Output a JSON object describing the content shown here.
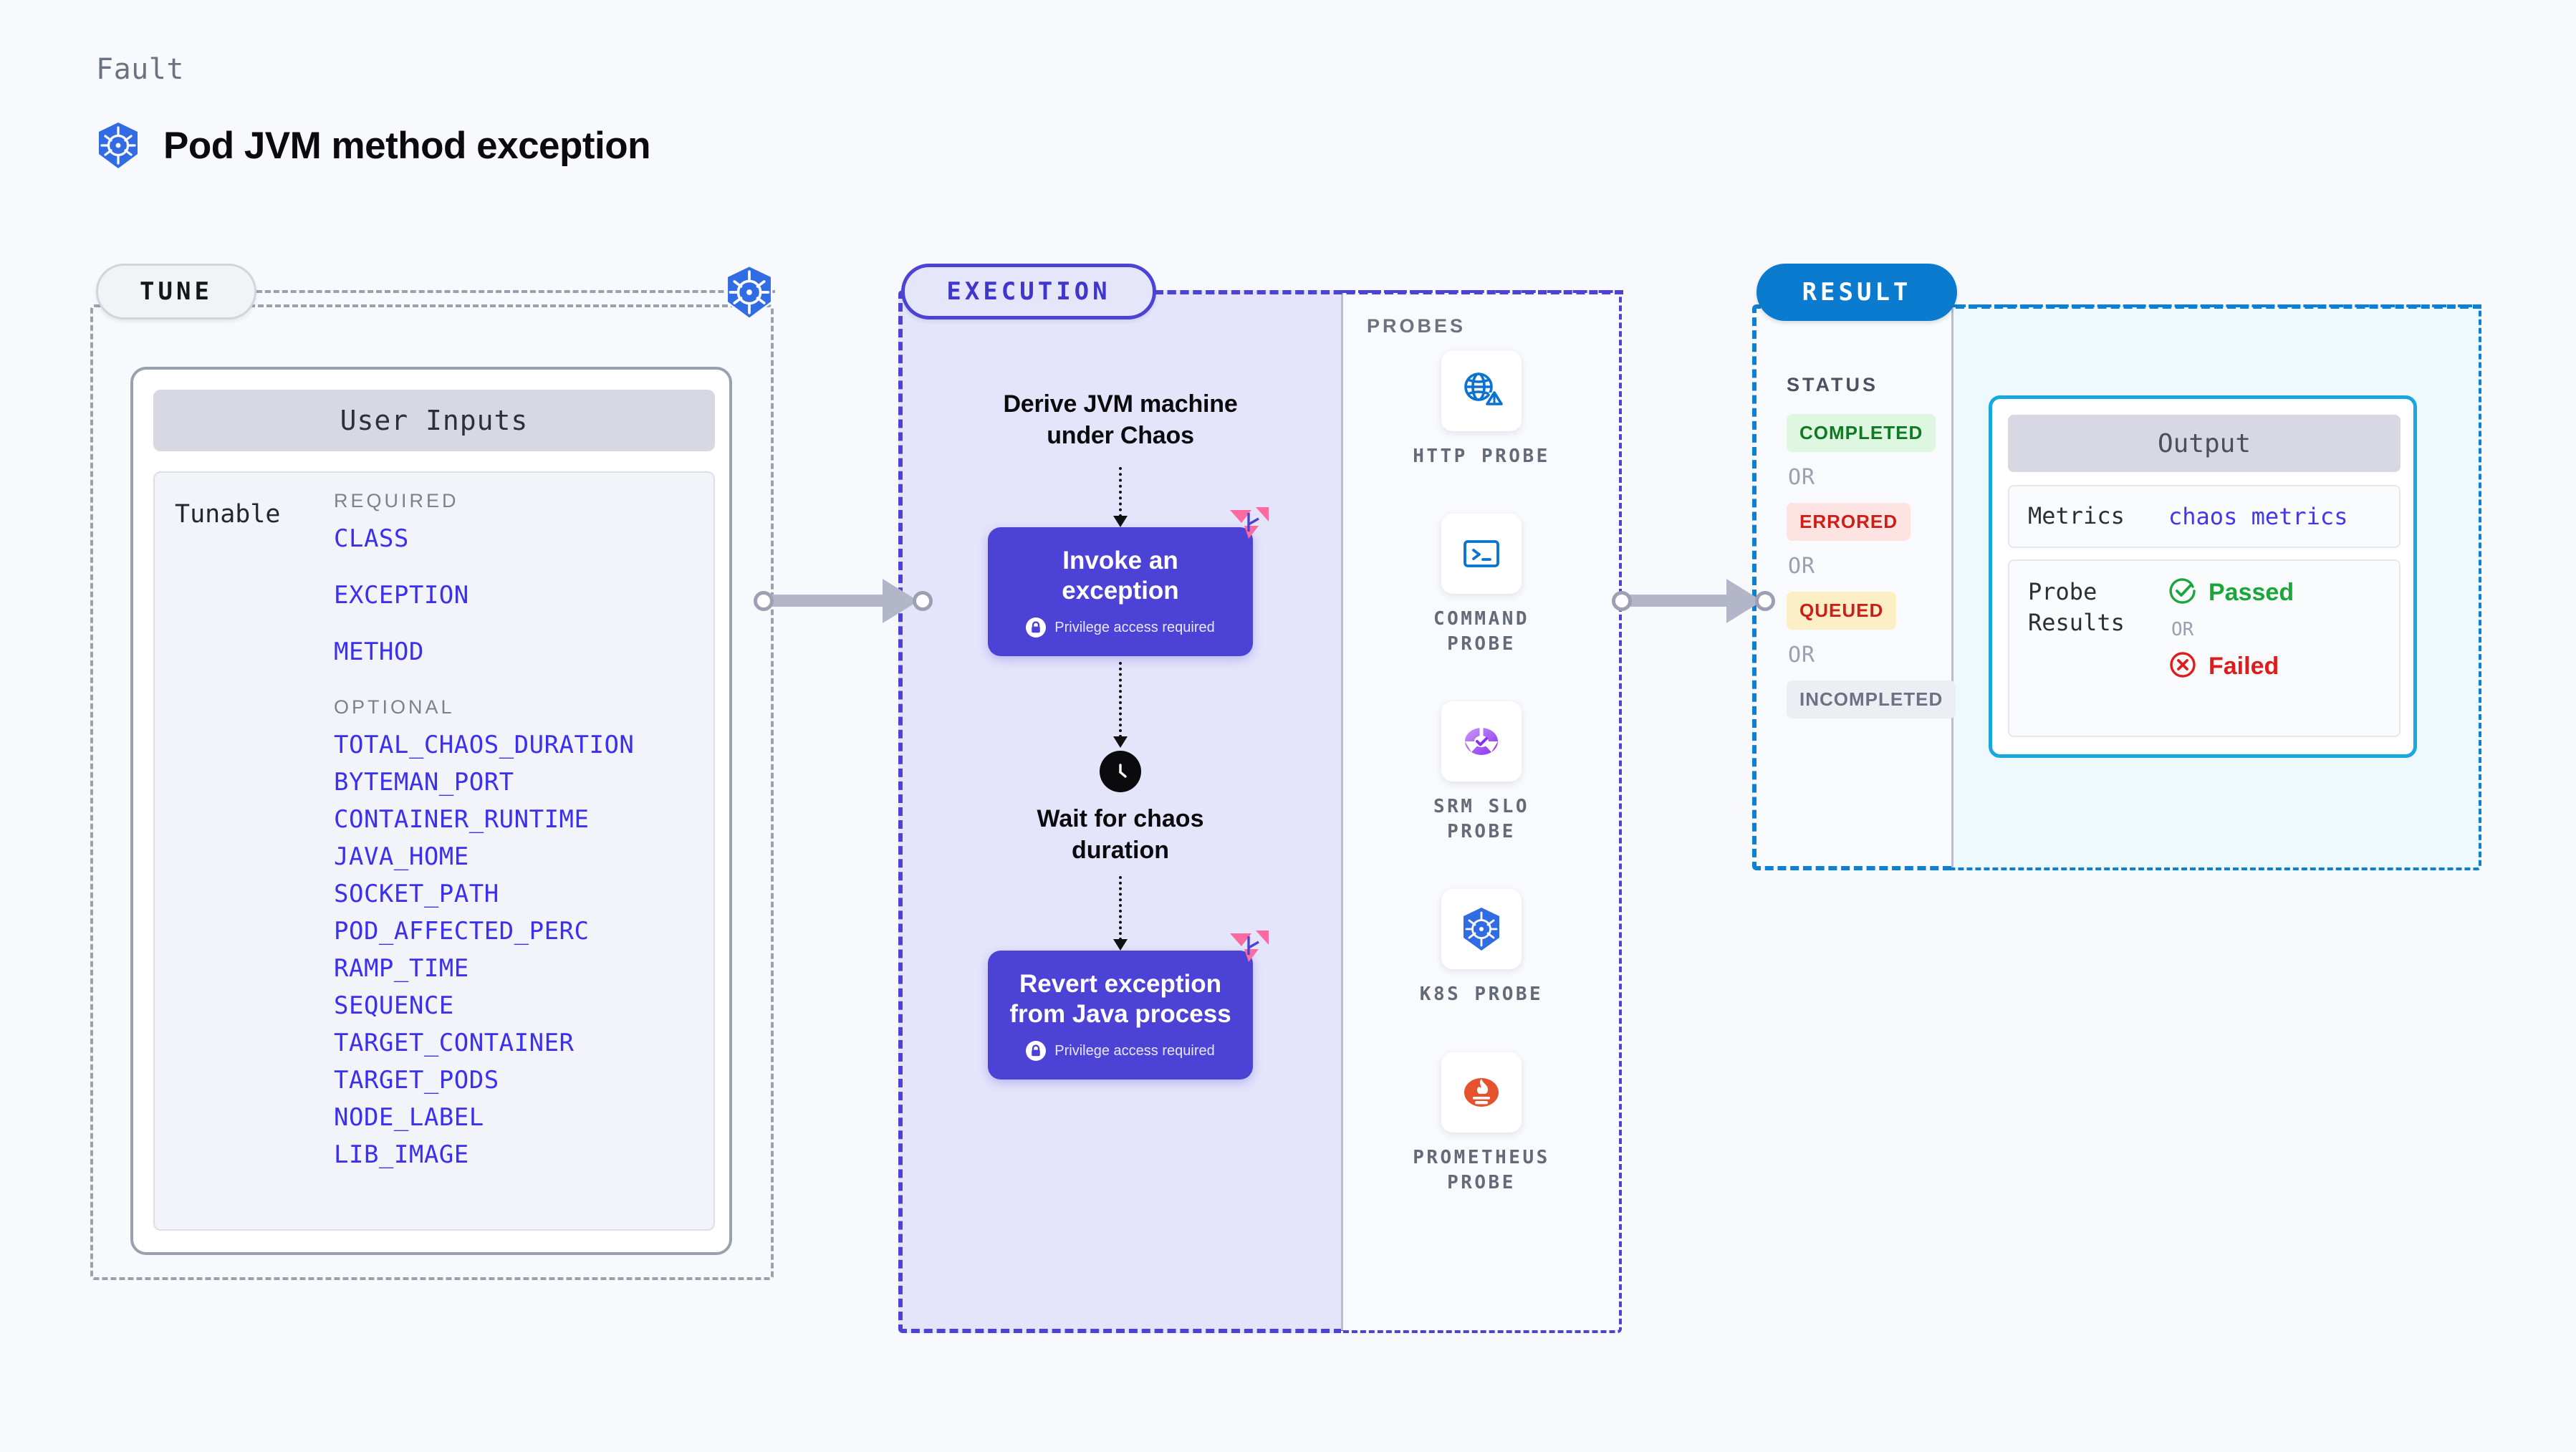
{
  "header": {
    "eyebrow": "Fault",
    "title": "Pod JVM method exception",
    "icon": "kubernetes-icon"
  },
  "stages": {
    "tune": {
      "label": "TUNE"
    },
    "execution": {
      "label": "EXECUTION"
    },
    "probes": {
      "label": "PROBES"
    },
    "result": {
      "label": "RESULT"
    }
  },
  "tune": {
    "card_header": "User Inputs",
    "tunable_label": "Tunable",
    "required_label": "REQUIRED",
    "optional_label": "OPTIONAL",
    "required": [
      "CLASS",
      "EXCEPTION",
      "METHOD"
    ],
    "optional": [
      "TOTAL_CHAOS_DURATION",
      "BYTEMAN_PORT",
      "CONTAINER_RUNTIME",
      "JAVA_HOME",
      "SOCKET_PATH",
      "POD_AFFECTED_PERC",
      "RAMP_TIME",
      "SEQUENCE",
      "TARGET_CONTAINER",
      "TARGET_PODS",
      "NODE_LABEL",
      "LIB_IMAGE"
    ]
  },
  "execution": {
    "step_title": "Derive JVM machine under Chaos",
    "step_title_line1": "Derive JVM machine",
    "step_title_line2": "under Chaos",
    "box1": {
      "title": "Invoke an exception",
      "privilege": "Privilege access required",
      "badge": "harness-chaos-badge"
    },
    "wait": {
      "icon": "clock-icon",
      "line1": "Wait for chaos",
      "line2": "duration"
    },
    "box2": {
      "title_line1": "Revert exception",
      "title_line2": "from Java process",
      "privilege": "Privilege access required",
      "badge": "harness-chaos-badge"
    }
  },
  "probes": [
    {
      "icon": "globe-warning-icon",
      "label_line1": "HTTP  PROBE",
      "label_line2": ""
    },
    {
      "icon": "terminal-icon",
      "label_line1": "COMMAND",
      "label_line2": "PROBE"
    },
    {
      "icon": "srm-slo-icon",
      "label_line1": "SRM  SLO",
      "label_line2": "PROBE"
    },
    {
      "icon": "kubernetes-icon",
      "label_line1": "K8S  PROBE",
      "label_line2": ""
    },
    {
      "icon": "prometheus-icon",
      "label_line1": "PROMETHEUS",
      "label_line2": "PROBE"
    }
  ],
  "result": {
    "status_label": "STATUS",
    "or_label": "OR",
    "statuses": [
      {
        "label": "COMPLETED",
        "color": "#0e7a23",
        "bg": "#dff7e0"
      },
      {
        "label": "ERRORED",
        "color": "#cc1f19",
        "bg": "#fde3e1"
      },
      {
        "label": "QUEUED",
        "color": "#cc1f19",
        "bg": "#fdefc5"
      },
      {
        "label": "INCOMPLETED",
        "color": "#6c7283",
        "bg": "#eceef4"
      }
    ]
  },
  "output": {
    "card_header": "Output",
    "metrics_key": "Metrics",
    "metrics_value": "chaos metrics",
    "probe_key_line1": "Probe",
    "probe_key_line2": "Results",
    "passed_label": "Passed",
    "failed_label": "Failed",
    "or_label": "OR"
  },
  "colors": {
    "page_bg": "#f8f9fc",
    "accent_purple": "#4c42d6",
    "accent_blue": "#0b7bd0",
    "param_blue": "#3b2ff0",
    "pink_badge": "#fb6ba0",
    "k8s_blue": "#326ce5",
    "green": "#1aa73a",
    "red": "#e01b1b"
  }
}
